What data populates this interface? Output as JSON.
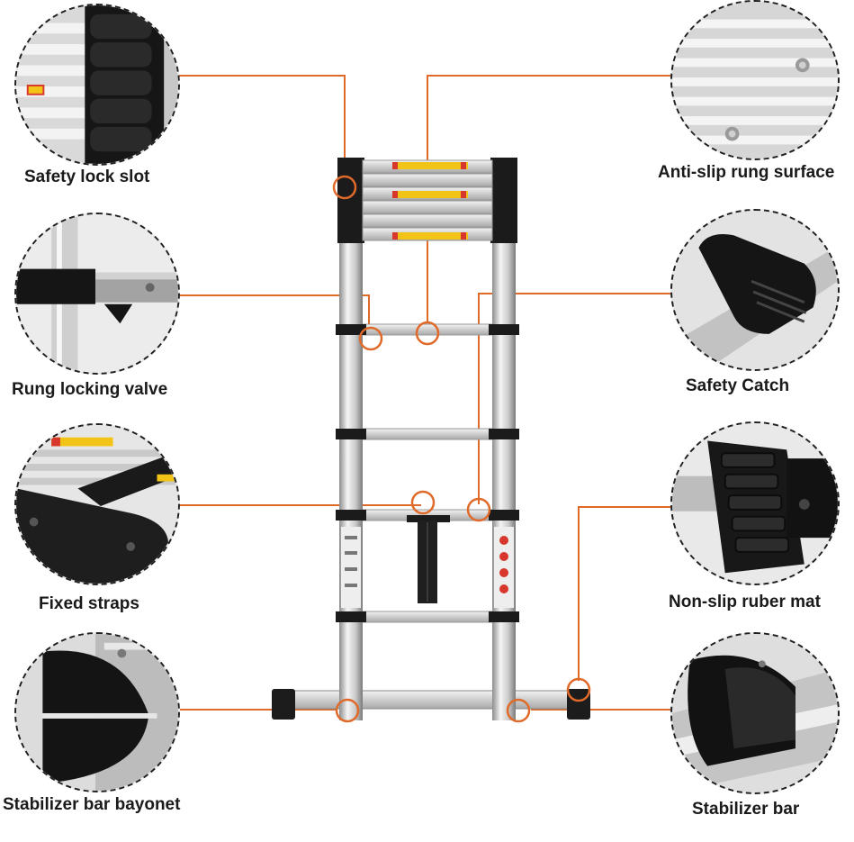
{
  "colors": {
    "accent": "#e06a2a",
    "ladder_metal": "#c8c8c8",
    "ladder_dark": "#1b1b1b",
    "warning_label": "#f2c418",
    "warning_red": "#d8372b"
  },
  "callouts": {
    "safety_lock_slot": "Safety lock slot",
    "rung_locking_valve": "Rung locking valve",
    "fixed_straps": "Fixed straps",
    "stabilizer_bar_bayonet": "Stabilizer bar bayonet",
    "anti_slip_rung_surface": "Anti-slip rung surface",
    "safety_catch": "Safety Catch",
    "non_slip_ruber_mat": "Non-slip ruber mat",
    "stabilizer_bar": "Stabilizer bar"
  }
}
